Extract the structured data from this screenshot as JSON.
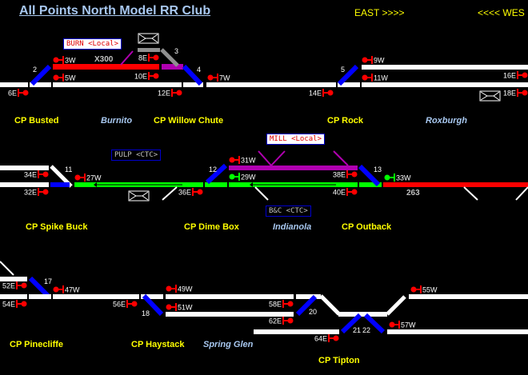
{
  "header": {
    "title": "All Points North Model RR Club",
    "east_label": "EAST >>>>",
    "west_label": "<<<< WES"
  },
  "colors": {
    "background": "#000000",
    "track_idle": "#ffffff",
    "track_occupied": "#ff0000",
    "track_routed": "#00ff00",
    "track_local": "#b000b0",
    "track_dark": "#909090",
    "switch_normal": "#0000ff",
    "signal_stop": "#ff0000",
    "signal_clear": "#00ff00",
    "cp_label": "#ffff00",
    "town_label": "#a8c8f0"
  },
  "control_points": [
    {
      "name": "CP Busted"
    },
    {
      "name": "CP Willow Chute"
    },
    {
      "name": "CP Rock"
    },
    {
      "name": "CP Spike Buck"
    },
    {
      "name": "CP Dime Box"
    },
    {
      "name": "CP Outback"
    },
    {
      "name": "CP Pinecliffe"
    },
    {
      "name": "CP Haystack"
    },
    {
      "name": "CP Tipton"
    }
  ],
  "towns": [
    {
      "name": "Burnito"
    },
    {
      "name": "Roxburgh"
    },
    {
      "name": "Indianola"
    },
    {
      "name": "Spring Glen"
    }
  ],
  "panels": [
    {
      "label": "BURN <Local>",
      "type": "local"
    },
    {
      "label": "MILL <Local>",
      "type": "local"
    },
    {
      "label": "PULP <CTC>",
      "type": "ctc"
    },
    {
      "label": "B&C <CTC>",
      "type": "ctc"
    }
  ],
  "trains": [
    {
      "id": "X300"
    },
    {
      "id": "263"
    }
  ],
  "switches": [
    "2",
    "3",
    "4",
    "5",
    "11",
    "12",
    "13",
    "17",
    "18",
    "20",
    "21",
    "22"
  ],
  "signals": [
    {
      "id": "3W",
      "aspect": "stop"
    },
    {
      "id": "5W",
      "aspect": "stop"
    },
    {
      "id": "6E",
      "aspect": "stop"
    },
    {
      "id": "7W",
      "aspect": "stop"
    },
    {
      "id": "8E",
      "aspect": "stop"
    },
    {
      "id": "9W",
      "aspect": "stop"
    },
    {
      "id": "10E",
      "aspect": "stop"
    },
    {
      "id": "11W",
      "aspect": "stop"
    },
    {
      "id": "12E",
      "aspect": "stop"
    },
    {
      "id": "14E",
      "aspect": "stop"
    },
    {
      "id": "16E",
      "aspect": "stop"
    },
    {
      "id": "18E",
      "aspect": "stop"
    },
    {
      "id": "27W",
      "aspect": "stop"
    },
    {
      "id": "29W",
      "aspect": "clear"
    },
    {
      "id": "31W",
      "aspect": "stop"
    },
    {
      "id": "32E",
      "aspect": "stop"
    },
    {
      "id": "33W",
      "aspect": "clear"
    },
    {
      "id": "34E",
      "aspect": "stop"
    },
    {
      "id": "36E",
      "aspect": "stop"
    },
    {
      "id": "38E",
      "aspect": "stop"
    },
    {
      "id": "40E",
      "aspect": "stop"
    },
    {
      "id": "47W",
      "aspect": "stop"
    },
    {
      "id": "49W",
      "aspect": "stop"
    },
    {
      "id": "51W",
      "aspect": "stop"
    },
    {
      "id": "52E",
      "aspect": "stop"
    },
    {
      "id": "54E",
      "aspect": "stop"
    },
    {
      "id": "55W",
      "aspect": "stop"
    },
    {
      "id": "56E",
      "aspect": "stop"
    },
    {
      "id": "57W",
      "aspect": "stop"
    },
    {
      "id": "58E",
      "aspect": "stop"
    },
    {
      "id": "62E",
      "aspect": "stop"
    },
    {
      "id": "64E",
      "aspect": "stop"
    }
  ],
  "icons": {
    "maintainer_call": "envelope-icon"
  }
}
